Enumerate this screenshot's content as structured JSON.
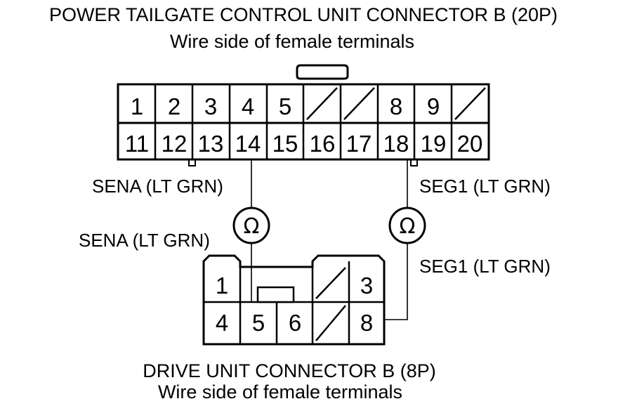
{
  "connector_a": {
    "title": "POWER TAILGATE CONTROL UNIT CONNECTOR B (20P)",
    "subtitle": "Wire side of female terminals",
    "row1": [
      "1",
      "2",
      "3",
      "4",
      "5",
      "",
      "",
      "8",
      "9",
      ""
    ],
    "row2": [
      "11",
      "12",
      "13",
      "14",
      "15",
      "16",
      "17",
      "18",
      "19",
      "20"
    ]
  },
  "connector_b": {
    "title": "DRIVE UNIT CONNECTOR B (8P)",
    "subtitle": "Wire side of female terminals",
    "top_row": [
      "1",
      "",
      "",
      "",
      "3"
    ],
    "bottom_row": [
      "4",
      "5",
      "6",
      "",
      "8"
    ]
  },
  "wires": {
    "sena_top": "SENA (LT GRN)",
    "sena_bottom": "SENA (LT GRN)",
    "seg1_top": "SEG1 (LT GRN)",
    "seg1_bottom": "SEG1 (LT GRN)"
  },
  "meters": {
    "left_symbol": "Ω",
    "right_symbol": "Ω"
  }
}
